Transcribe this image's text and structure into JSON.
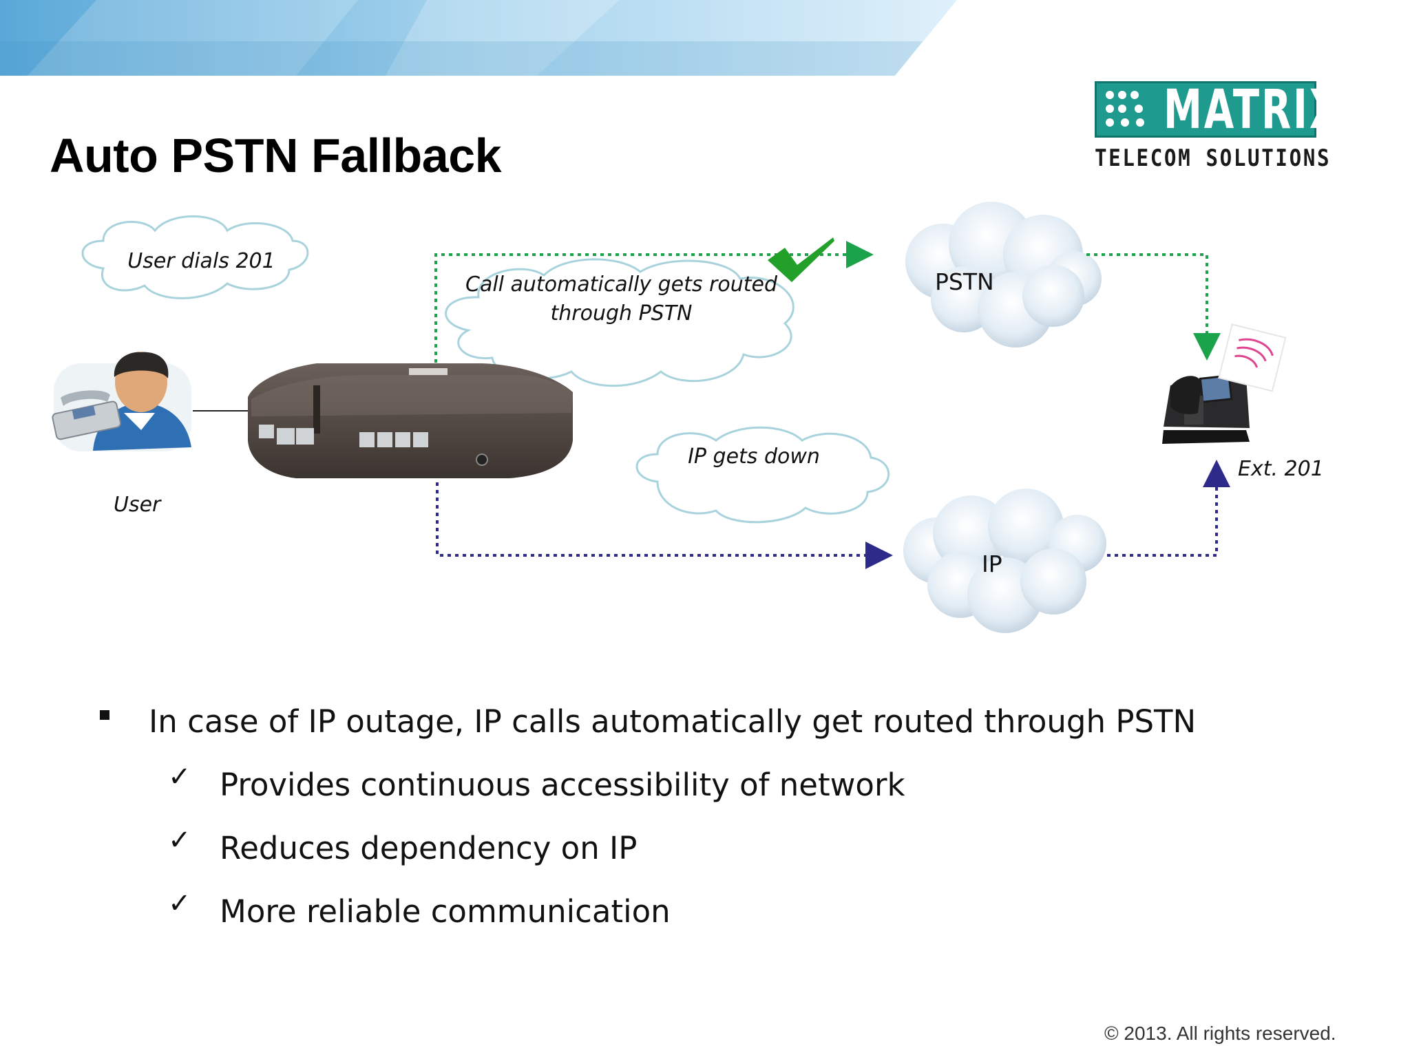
{
  "slide": {
    "title": "Auto PSTN Fallback",
    "logo": {
      "word": "MATRIX",
      "tagline": "TELECOM SOLUTIONS"
    },
    "footer": "©  2013. All rights reserved."
  },
  "diagram": {
    "clouds": {
      "user_dials": "User dials  201",
      "routed_line1": "Call automatically gets routed",
      "routed_line2": "through PSTN",
      "ip_down": "IP gets down"
    },
    "networks": {
      "pstn": "PSTN",
      "ip": "IP"
    },
    "labels": {
      "user": "User",
      "ext": "Ext. 201"
    },
    "colors": {
      "pstn_path": "#1aa34a",
      "ip_path": "#2d2a8a",
      "check": "#22a02a"
    }
  },
  "bullets": {
    "main": "In case of IP outage, IP calls automatically get routed through PSTN",
    "subs": [
      "Provides continuous accessibility of network",
      "Reduces dependency on IP",
      "More reliable communication"
    ],
    "check_glyph": "✓"
  }
}
